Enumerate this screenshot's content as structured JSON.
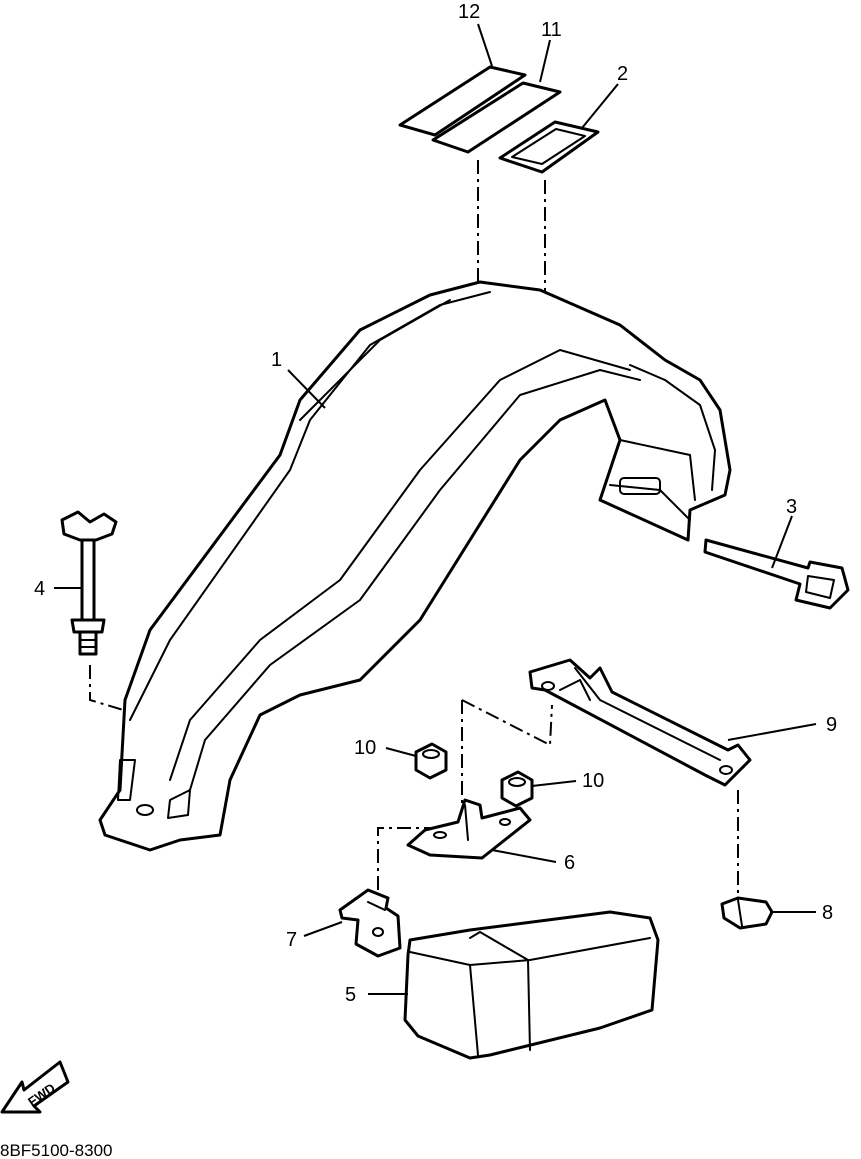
{
  "callouts": {
    "c1": "1",
    "c2": "2",
    "c3": "3",
    "c4": "4",
    "c5": "5",
    "c6": "6",
    "c7": "7",
    "c8": "8",
    "c9": "9",
    "c10a": "10",
    "c10b": "10",
    "c11": "11",
    "c12": "12"
  },
  "fwd_label": "FWD",
  "diagram_code": "8BF5100-8300",
  "colors": {
    "line": "#000000",
    "background": "#ffffff"
  }
}
